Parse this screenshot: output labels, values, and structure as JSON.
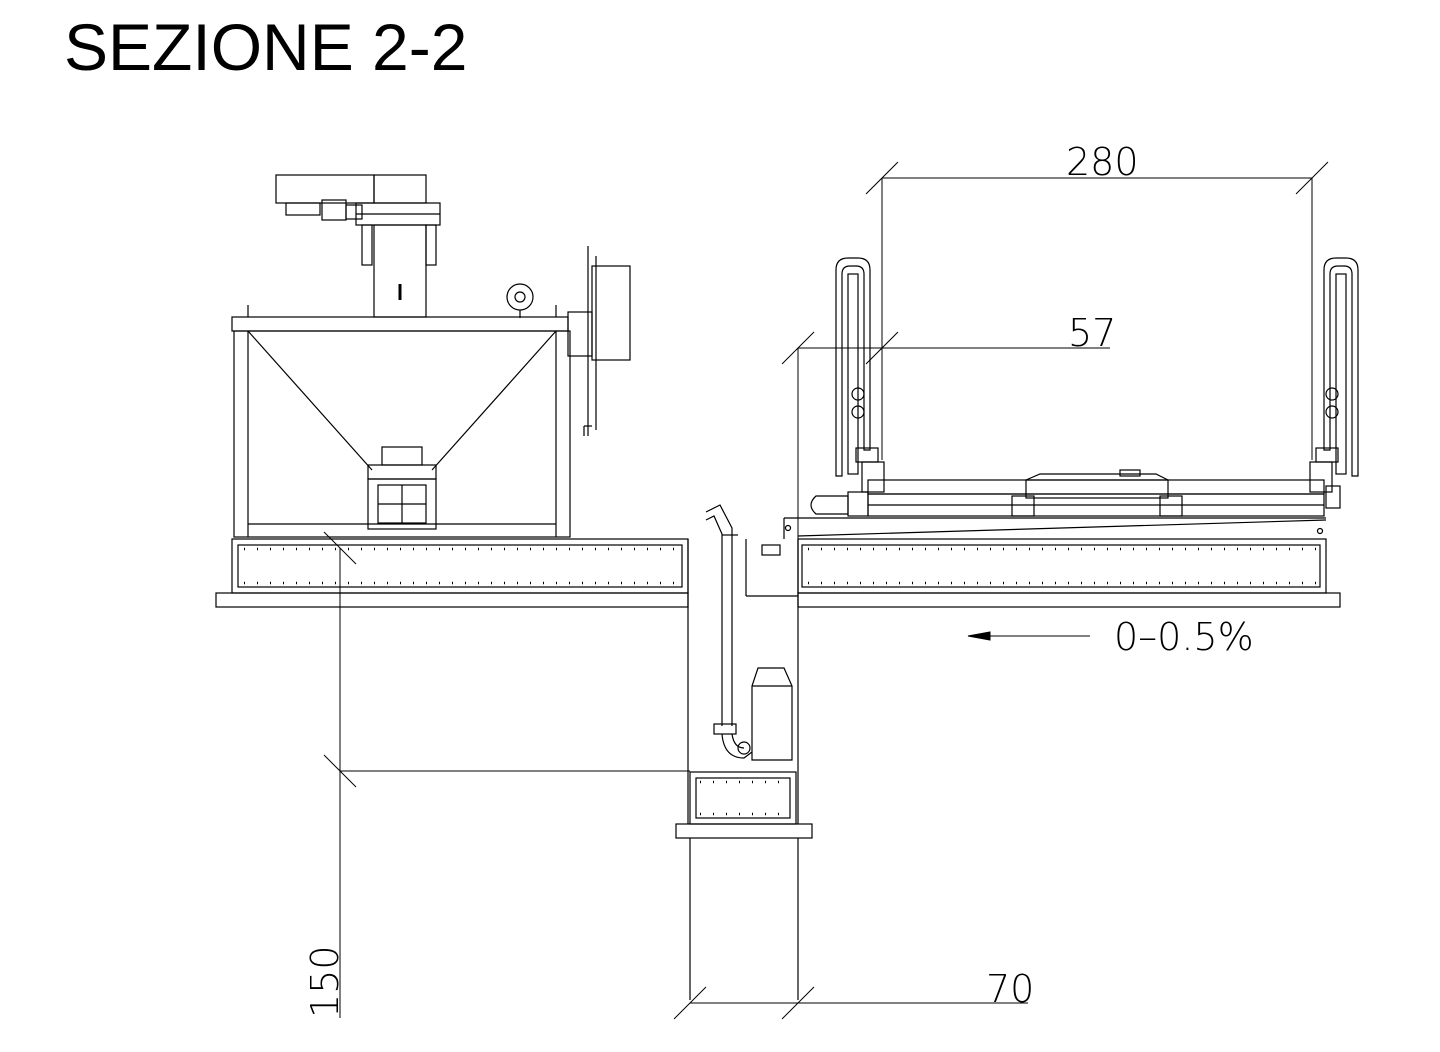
{
  "title": "SEZIONE 2-2",
  "dimensions": {
    "d280": "280",
    "d57": "57",
    "d150": "150",
    "d70": "70"
  },
  "slope_label": "0–0.5%",
  "colors": {
    "line": "#000000",
    "background": "#ffffff"
  }
}
